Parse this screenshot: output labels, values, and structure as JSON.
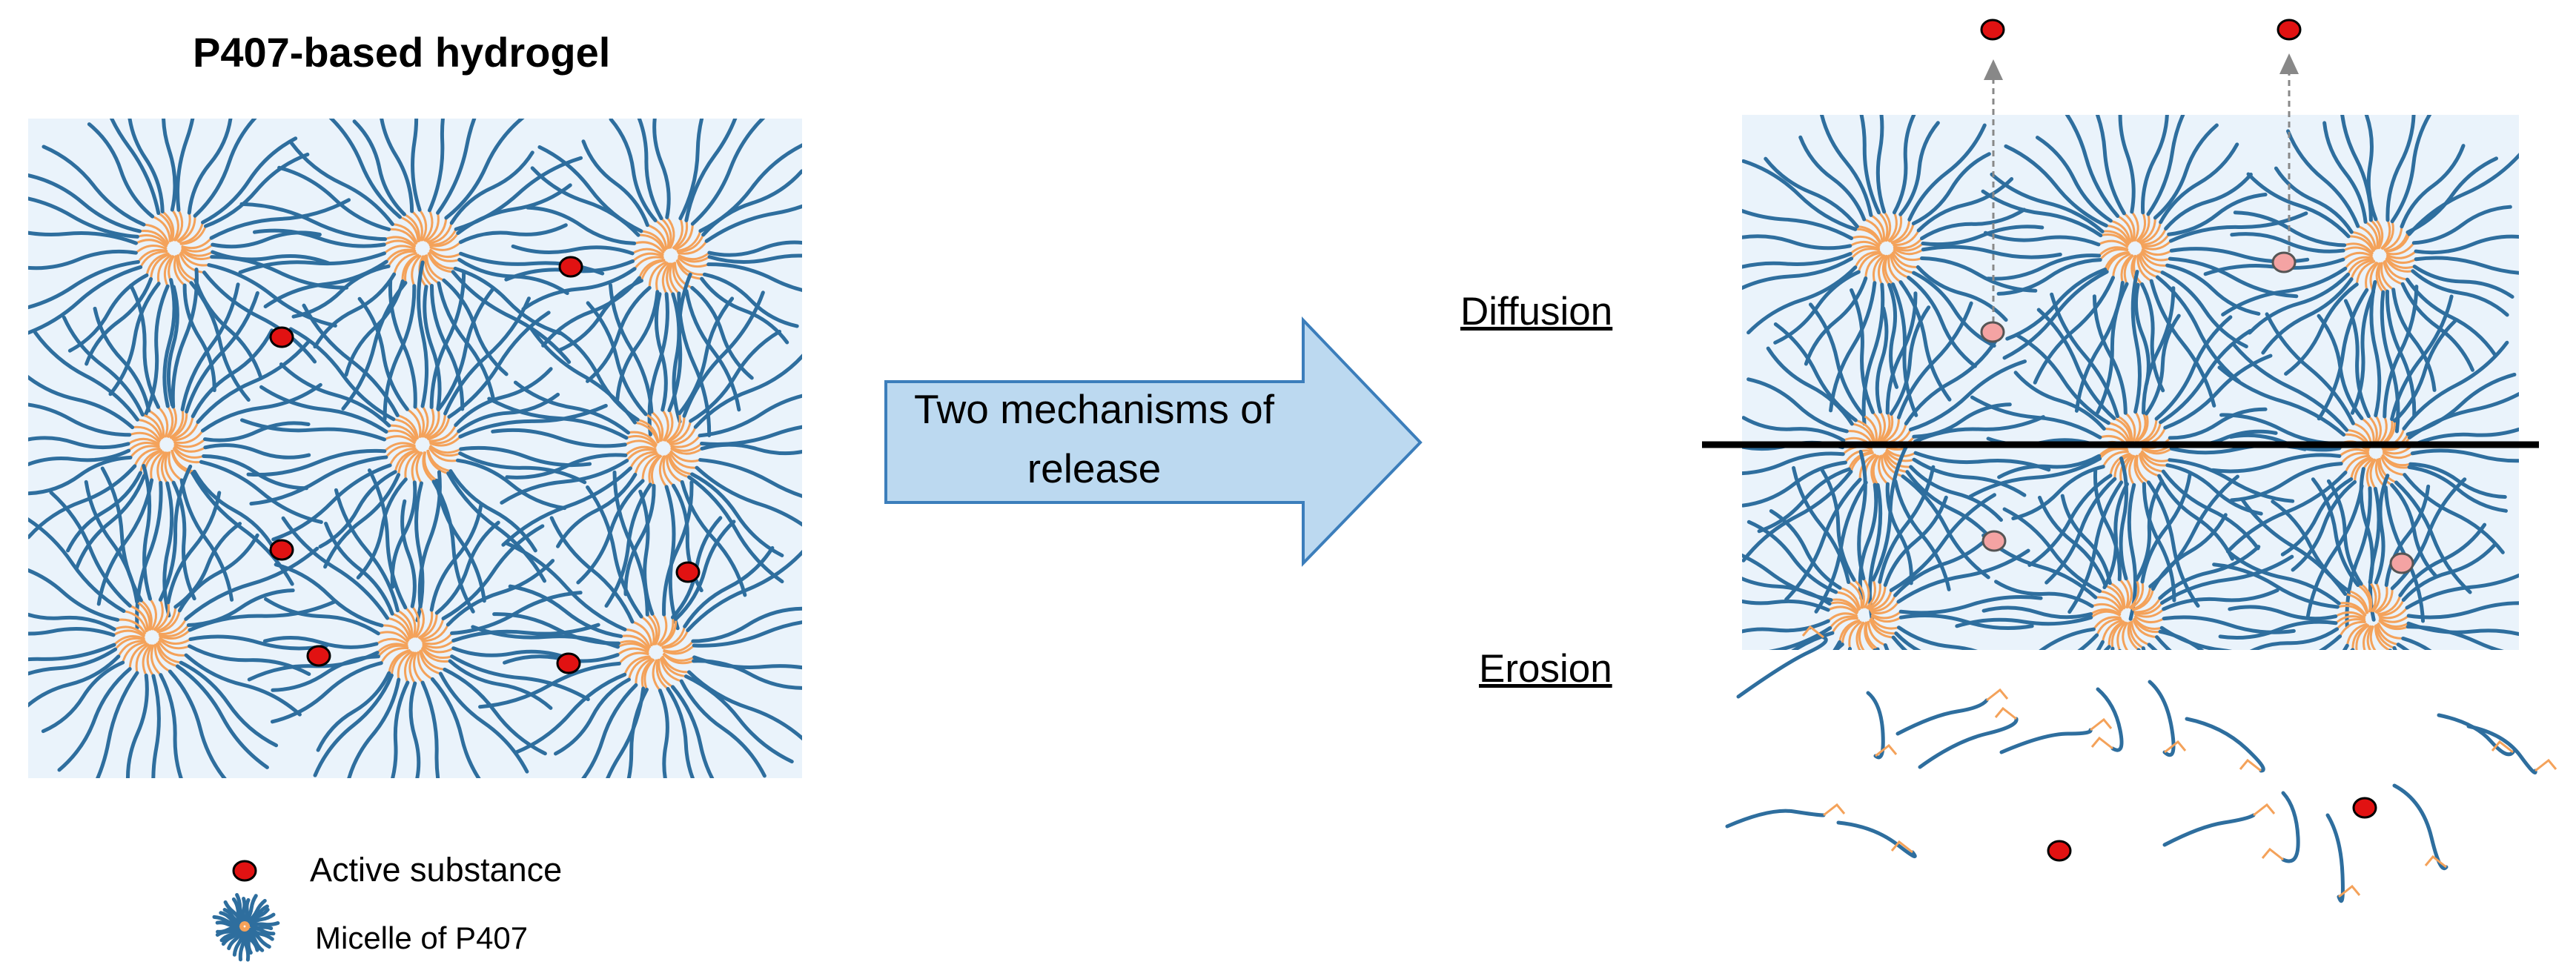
{
  "title": "P407-based hydrogel",
  "arrow_label": "Two mechanisms of release",
  "mechanisms": {
    "diffusion": "Diffusion",
    "erosion": "Erosion"
  },
  "legend": [
    {
      "label": "Active substance",
      "icon": "red-dot-icon"
    },
    {
      "label": "Micelle of P407",
      "icon": "micelle-icon"
    }
  ],
  "colors": {
    "gel_background": "#eaf3fb",
    "hydrophobic_core": "#f4a25a",
    "hydrophilic_chain": "#2e6e9e",
    "active_substance": "#e11212",
    "released_substance": "#f4a3a3",
    "arrow_fill": "#bcd9f0",
    "arrow_stroke": "#3c7ebb",
    "divider": "#000000"
  }
}
